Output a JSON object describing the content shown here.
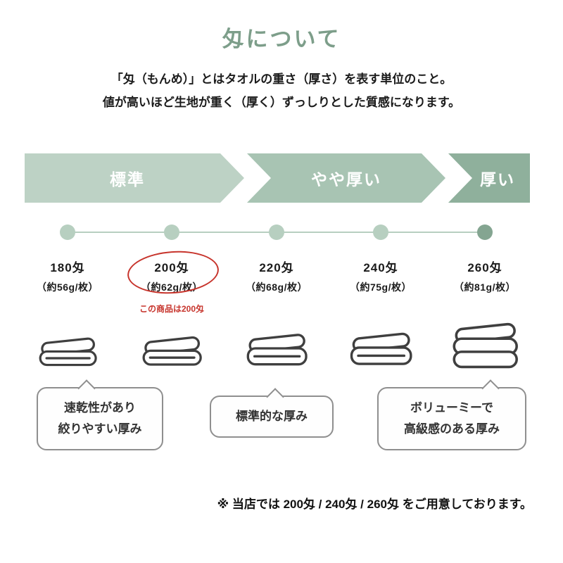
{
  "page": {
    "title": "匁について",
    "description": {
      "line1": "「匁（もんめ）」とはタオルの重さ（厚さ）を表す単位のこと。",
      "line2": "値が高いほど生地が重く（厚く）ずっしりとした質感になります。"
    },
    "footnote": "※ 当店では 200匁 / 240匁 / 260匁 をご用意しております。"
  },
  "banner": {
    "segments": [
      {
        "label": "標準",
        "color": "#bdd2c5"
      },
      {
        "label": "やや厚い",
        "color": "#a8c4b3"
      },
      {
        "label": "厚い",
        "color": "#8fb09c"
      }
    ]
  },
  "timeline": {
    "line_color": "#b7cfc0",
    "dot_color": "#b7cfc0",
    "last_dot_color": "#84a591"
  },
  "levels": [
    {
      "momme": "180匁",
      "weight": "（約56g/枚）"
    },
    {
      "momme": "200匁",
      "weight": "（約62g/枚）",
      "note": "この商品は200匁",
      "highlighted": true
    },
    {
      "momme": "220匁",
      "weight": "（約68g/枚）"
    },
    {
      "momme": "240匁",
      "weight": "（約75g/枚）"
    },
    {
      "momme": "260匁",
      "weight": "（約81g/枚）"
    }
  ],
  "callouts": [
    {
      "line1": "速乾性があり",
      "line2": "絞りやすい厚み"
    },
    {
      "line1": "標準的な厚み"
    },
    {
      "line1": "ボリューミーで",
      "line2": "高級感のある厚み"
    }
  ],
  "colors": {
    "title_green": "#7d9e8a",
    "highlight_red": "#c7342c",
    "bubble_border": "#8f8f8f",
    "text_dark": "#1b1b1b"
  },
  "icons": {
    "towel": "folded-towel"
  }
}
